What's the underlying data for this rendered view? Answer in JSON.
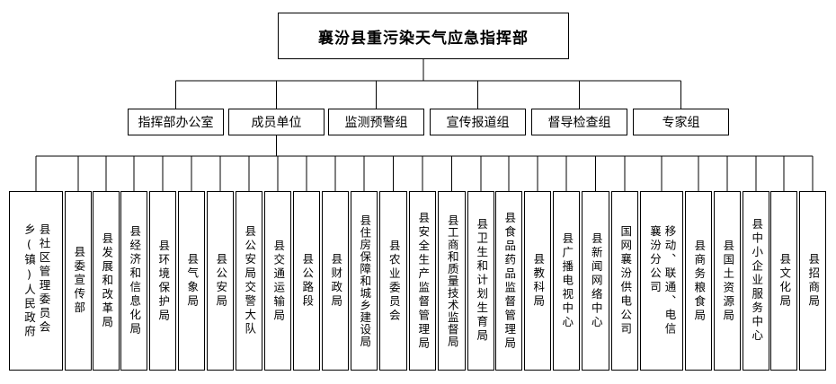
{
  "title": "襄汾县重污染天气应急指挥部",
  "groups": [
    {
      "label": "指挥部办公室"
    },
    {
      "label": "成员单位"
    },
    {
      "label": "监测预警组"
    },
    {
      "label": "宣传报道组"
    },
    {
      "label": "督导检查组"
    },
    {
      "label": "专家组"
    }
  ],
  "units": [
    {
      "lines": [
        "县社区管理委员会",
        "乡(镇)人民政府"
      ]
    },
    {
      "lines": [
        "县委宣传部"
      ]
    },
    {
      "lines": [
        "县发展和改革局"
      ]
    },
    {
      "lines": [
        "县经济和信息化局"
      ]
    },
    {
      "lines": [
        "县环境保护局"
      ]
    },
    {
      "lines": [
        "县气象局"
      ]
    },
    {
      "lines": [
        "县公安局"
      ]
    },
    {
      "lines": [
        "县公安局交警大队"
      ]
    },
    {
      "lines": [
        "县交通运输局"
      ]
    },
    {
      "lines": [
        "县公路段"
      ]
    },
    {
      "lines": [
        "县财政局"
      ]
    },
    {
      "lines": [
        "县住房保障和城乡建设局"
      ]
    },
    {
      "lines": [
        "县农业委员会"
      ]
    },
    {
      "lines": [
        "县安全生产监督管理局"
      ]
    },
    {
      "lines": [
        "县工商和质量技术监督局"
      ]
    },
    {
      "lines": [
        "县卫生和计划生育局"
      ]
    },
    {
      "lines": [
        "县食品药品监督管理局"
      ]
    },
    {
      "lines": [
        "县教科局"
      ]
    },
    {
      "lines": [
        "县广播电视中心"
      ]
    },
    {
      "lines": [
        "县新闻网络中心"
      ]
    },
    {
      "lines": [
        "国网襄汾供电公司"
      ]
    },
    {
      "lines": [
        "移动、联通、电信",
        "襄汾分公司"
      ]
    },
    {
      "lines": [
        "县商务粮食局"
      ]
    },
    {
      "lines": [
        "县国土资源局"
      ]
    },
    {
      "lines": [
        "县中小企业服务中心"
      ]
    },
    {
      "lines": [
        "县文化局"
      ]
    },
    {
      "lines": [
        "县招商局"
      ]
    }
  ]
}
